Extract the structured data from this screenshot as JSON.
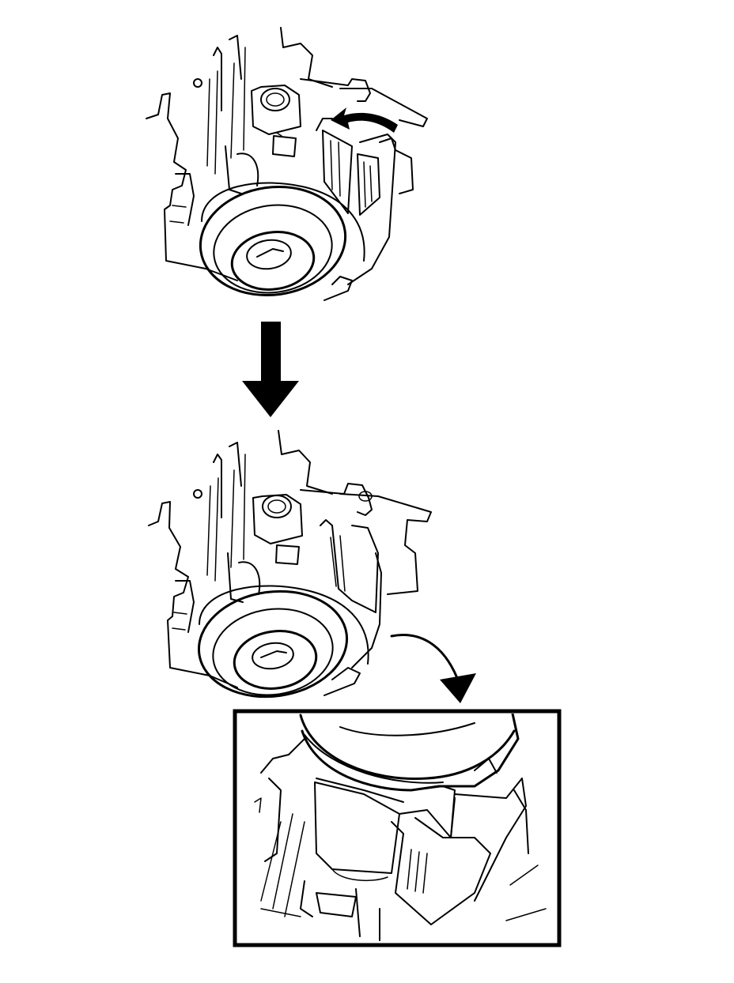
{
  "figure": {
    "background": "#ffffff",
    "line_color": "#000000",
    "panels": [
      {
        "name": "before-removal",
        "shows": "ignition-switch-housing",
        "arrow": "rotate-lever"
      },
      {
        "name": "after-removal",
        "shows": "ignition-switch-housing",
        "arrow": "detail-callout"
      },
      {
        "name": "detail-inset",
        "shows": "tab-release-closeup"
      }
    ],
    "icons": [
      "curved-arrow-icon",
      "down-arrow-icon",
      "callout-arrow-icon"
    ]
  }
}
